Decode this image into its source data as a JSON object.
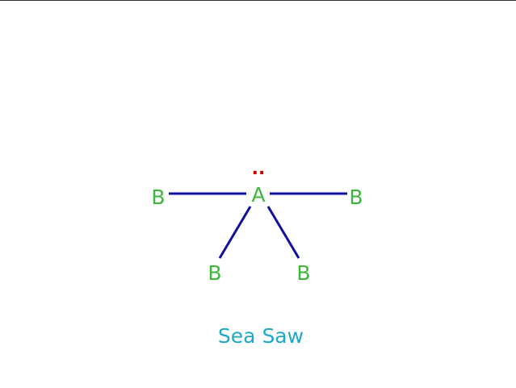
{
  "molecule": {
    "central_atom": "A",
    "ligands": [
      "B",
      "B",
      "B",
      "B"
    ],
    "lone_pair": "..",
    "shape_name": "Sea Saw"
  },
  "colors": {
    "atom": "#3cb93c",
    "bond": "#1010a0",
    "lone_pair": "#c00000",
    "caption": "#20a8c8",
    "frame": "#333333"
  }
}
